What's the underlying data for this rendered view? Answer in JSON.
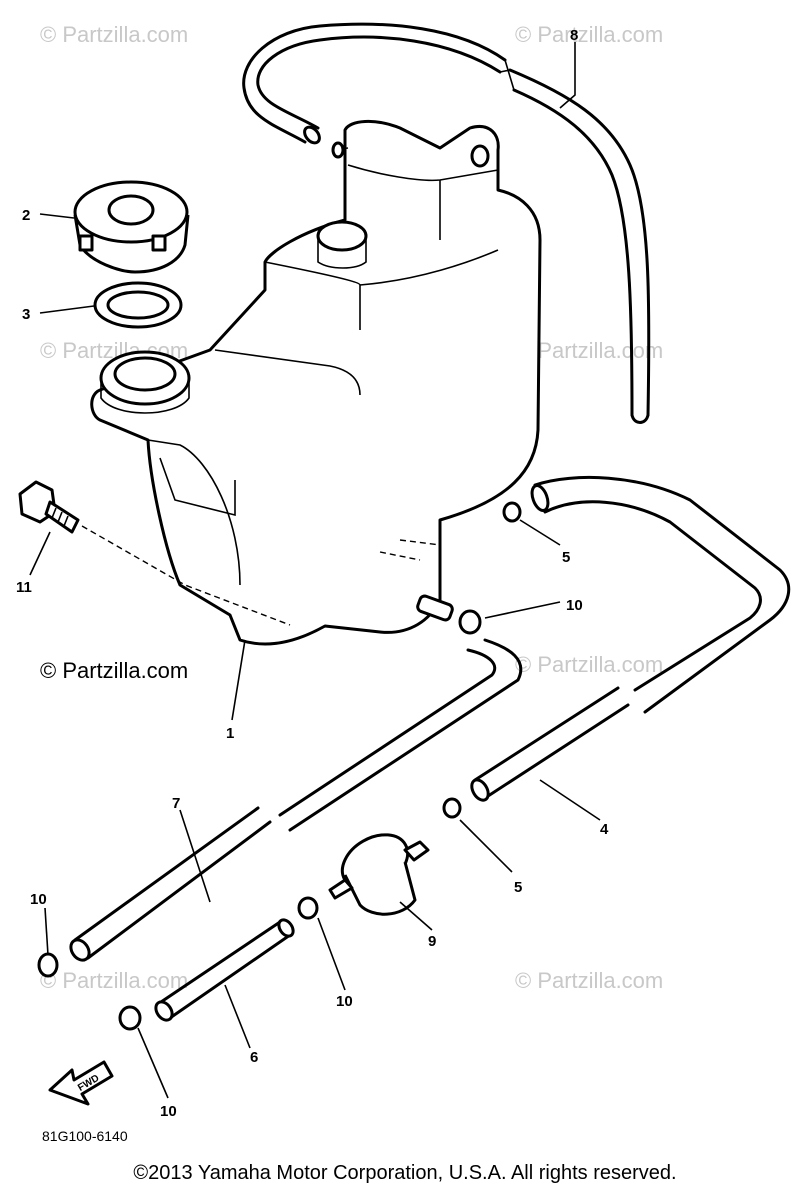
{
  "watermarks": {
    "w1": "© Partzilla.com",
    "w2": "© Partzilla.com",
    "w3": "© Partzilla.com",
    "w4": "© Partzilla.com",
    "w5": "© Partzilla.com",
    "w6": "© Partzilla.com",
    "w7": "© Partzilla.com",
    "w8": "© Partzilla.com",
    "main": "© Partzilla.com"
  },
  "callouts": {
    "c1": "1",
    "c2": "2",
    "c3": "3",
    "c4": "4",
    "c5a": "5",
    "c5b": "5",
    "c6": "6",
    "c7": "7",
    "c8": "8",
    "c9": "9",
    "c10a": "10",
    "c10b": "10",
    "c10c": "10",
    "c10d": "10",
    "c11": "11"
  },
  "fwd_label": "FWD",
  "part_number": "81G100-6140",
  "copyright": "©2013 Yamaha Motor Corporation, U.S.A. All rights reserved."
}
